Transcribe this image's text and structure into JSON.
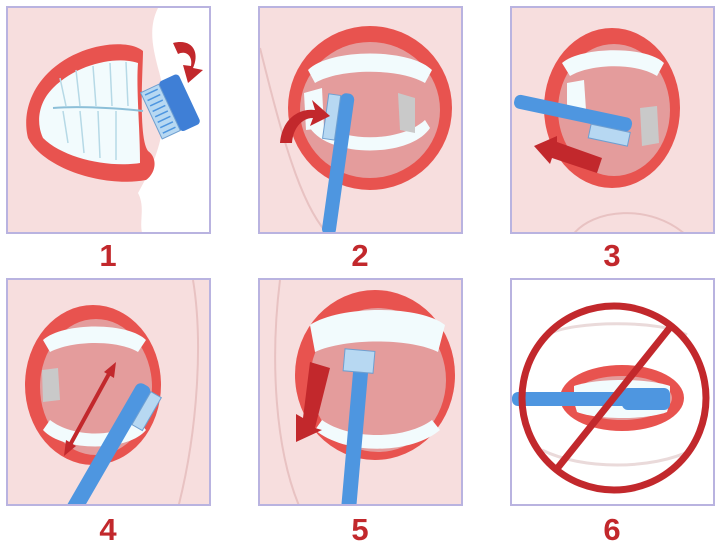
{
  "steps": [
    {
      "number": "1"
    },
    {
      "number": "2"
    },
    {
      "number": "3"
    },
    {
      "number": "4"
    },
    {
      "number": "5"
    },
    {
      "number": "6"
    }
  ],
  "colors": {
    "skin": "#f7dede",
    "lip": "#e8534f",
    "mouth": "#e49c9c",
    "teeth": "#f2fbfd",
    "brush": "#4e96e0",
    "bristles": "#b7d8f2",
    "arrow": "#c2282c",
    "panel_border": "#b9b3e0"
  }
}
